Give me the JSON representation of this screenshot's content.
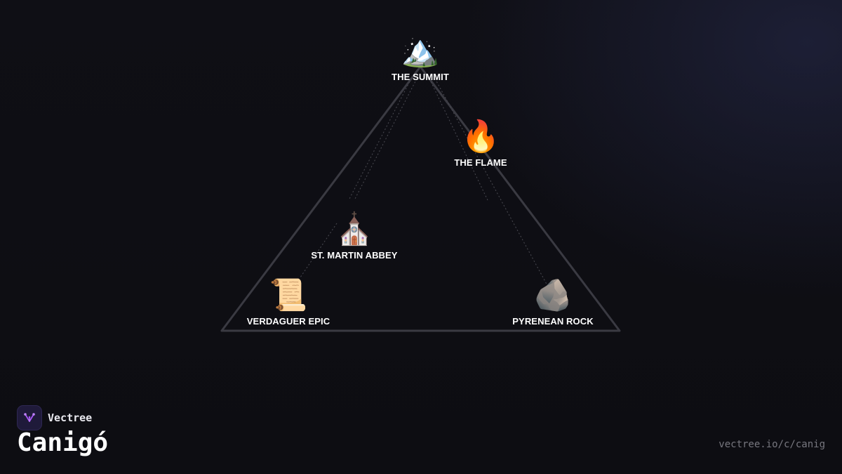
{
  "brand": {
    "name": "Vectree",
    "logo_icon": "vectree-logo-icon",
    "accent_color": "#a855f7"
  },
  "title": "Canigó",
  "url": "vectree.io/c/canig",
  "diagram": {
    "type": "triangle-concept-map",
    "edge_color": "#3a3a42",
    "nodes": [
      {
        "id": "summit",
        "label": "THE SUMMIT",
        "icon": "snow-capped-mountain-icon",
        "emoji": "🏔️"
      },
      {
        "id": "flame",
        "label": "THE FLAME",
        "icon": "fire-icon",
        "emoji": "🔥"
      },
      {
        "id": "abbey",
        "label": "ST. MARTIN ABBEY",
        "icon": "church-icon",
        "emoji": "⛪"
      },
      {
        "id": "epic",
        "label": "VERDAGUER EPIC",
        "icon": "scroll-icon",
        "emoji": "📜"
      },
      {
        "id": "rock",
        "label": "PYRENEAN ROCK",
        "icon": "rock-icon",
        "emoji": "🪨"
      }
    ],
    "edges": [
      {
        "from": "summit",
        "to": "epic",
        "style": "solid"
      },
      {
        "from": "summit",
        "to": "rock",
        "style": "solid"
      },
      {
        "from": "epic",
        "to": "rock",
        "style": "solid"
      },
      {
        "from": "summit",
        "to": "abbey",
        "style": "dashed"
      },
      {
        "from": "summit",
        "to": "flame",
        "style": "dashed"
      },
      {
        "from": "abbey",
        "to": "epic",
        "style": "dashed"
      },
      {
        "from": "flame",
        "to": "rock",
        "style": "dashed"
      }
    ]
  }
}
